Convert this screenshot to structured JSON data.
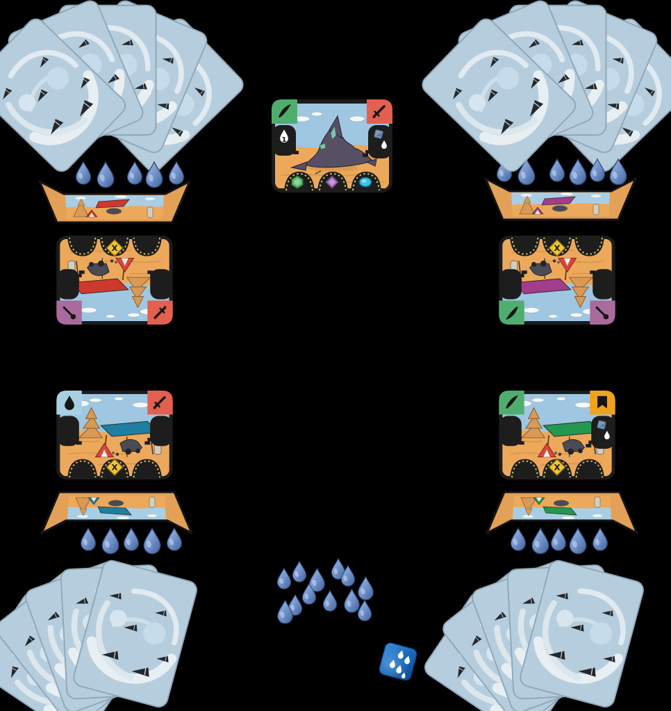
{
  "labels": {
    "x_badge": "X",
    "center_card_drop_value": "1"
  },
  "colors": {
    "background": "#000000",
    "card_back": "#b6cddd",
    "sand": "#eda95b",
    "sky": "#9fc7e2",
    "water_drop": "#7b99cf",
    "die_blue": "#1a66b8",
    "tread_black": "#1d1d1d",
    "x_badge_yellow": "#f0c433",
    "corner_green": "#4fae6e",
    "corner_salmon": "#e4604e",
    "corner_purple": "#aa6a9e",
    "corner_yellow": "#f0a21e",
    "corner_light_blue": "#a9cfe2",
    "gem_green": "#5cb96a",
    "gem_purple": "#a570b8",
    "gem_cyan": "#3bc3e8",
    "gem_slate": "#7e9cba"
  },
  "players": {
    "top_left": {
      "hand_cards": 5,
      "tray_drops": 5,
      "played_card": {
        "orientation": "upside-down",
        "canopy_color": "#d0382e",
        "screen_left_corner": {
          "color": "#aa6a9e",
          "icon": "pin-icon"
        },
        "screen_right_corner": {
          "color": "#e4604e",
          "icon": "sword-icon"
        },
        "x_badge": "X"
      }
    },
    "top_right": {
      "hand_cards": 5,
      "tray_drops": 6,
      "played_card": {
        "orientation": "upside-down",
        "canopy_color": "#a23d8c",
        "screen_left_corner": {
          "color": "#4fae6e",
          "icon": "feather-icon"
        },
        "screen_right_corner": {
          "color": "#aa6a9e",
          "icon": "pin-icon"
        },
        "x_badge": "X"
      }
    },
    "bottom_left": {
      "hand_cards": 5,
      "tray_drops": 5,
      "played_card": {
        "orientation": "upright",
        "canopy_color": "#1f7fa0",
        "screen_left_corner": {
          "color": "#a9cfe2",
          "icon": "water-drop-icon"
        },
        "screen_right_corner": {
          "color": "#e4604e",
          "icon": "sword-icon"
        },
        "x_badge": "X"
      }
    },
    "bottom_right": {
      "hand_cards": 5,
      "tray_drops": 5,
      "played_card": {
        "orientation": "upright",
        "canopy_color": "#23984f",
        "screen_left_corner": {
          "color": "#4fae6e",
          "icon": "feather-icon"
        },
        "screen_right_corner": {
          "color": "#f0a21e",
          "icon": "banner-icon"
        },
        "right_badge": {
          "gem": "slate",
          "icon": "white-drop"
        },
        "x_badge": "X"
      }
    }
  },
  "center_card": {
    "scene": "crashed-wreck",
    "screen_left_corner": {
      "color": "#4fae6e",
      "icon": "feather-icon"
    },
    "screen_right_corner": {
      "color": "#e4604e",
      "icon": "sword-icon"
    },
    "left_badge": {
      "icon": "white-drop",
      "value": "1"
    },
    "right_badge": {
      "gem": "slate",
      "icon": "white-drop"
    },
    "bottom_gems": [
      "green",
      "purple",
      "cyan"
    ]
  },
  "water_pool": {
    "drops": 12
  },
  "die": {
    "visible_pips": 5,
    "pip_shape": "water-drop"
  }
}
